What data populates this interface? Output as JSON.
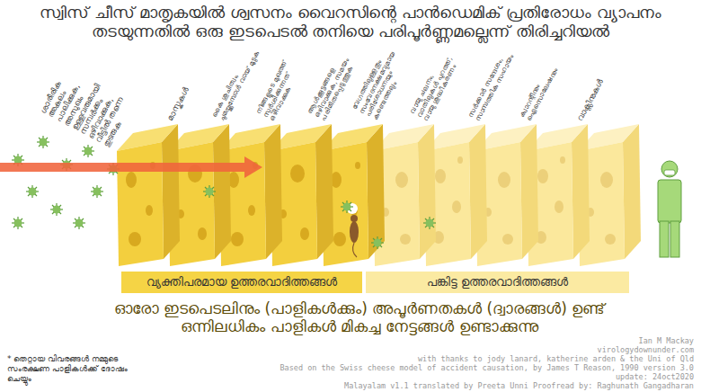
{
  "diagram": {
    "title": "സ്വിസ് ചീസ് മാതൃകയിൽ ശ്വസനം വൈറസിന്റെ പാൻഡെമിക് പ്രതിരോധം വ്യാപനം തടയുന്നതിൽ ഒരു ഇടപെടൽ തനിയെ പരിപൂർണ്ണമല്ലെന്ന് തിരിച്ചറിയൽ",
    "caption": "ഓരോ ഇടപെടലിനും (പാളികൾക്കും) അപൂർണതകൾ (ദ്വാരങ്ങൾ) ഉണ്ട് ഒന്നിലധികം പാളികൾ മികച്ച നേട്ടങ്ങൾ ഉണ്ടാക്കുന്നു",
    "nodes": [
      {
        "text": [
          "വ്യക്തിപരമായ ഉത്തരവാദിത്തങ്ങൾ"
        ]
      },
      {
        "text": [
          "പങ്കിട്ട ഉത്തരവാദിത്തങ്ങൾ"
        ]
      }
    ],
    "labels": [
      "ശാരീരിക അകലം പാലിക്കുക, അസുഖം ഉള്ളവരുമായി സമ്പർക്കം ഒഴിവാക്കുക, വീട്ടിൽ തന്നെ തുടരുക",
      "മാസ്കുകൾ",
      "കൈ ശുചിത്വം, ചുമയ്ക്കുമ്പോൾ വായ് മൂടുക",
      "നിങ്ങളുടെ മുഖത്ത് സ്പർശിക്കുന്നത് ഒഴിവാക്കുക",
      "ആൾക്കൂട്ടങ്ങളെ ഒഴിവാക്കുക, സമയം പരിമിതപ്പെടുത്തുക",
      "വേഗത്തിലുള്ളതും സംവേദനക്ഷമവുമായ പരിശോധനയും കണ്ടെത്തലും",
      "വായു ചലനം, വാതിലുകൾ പുറത്ത്, വായു ശുദ്ധീകരണം",
      "സർക്കാർ സന്ദേശം, സാമ്പത്തിക സഹായം",
      "ക്വാറന്റീനും ഐസൊലേഷനും",
      "വാക്സിനുകൾ",
      "* തെറ്റായ വിവരങ്ങൾ നമ്മുടെ സംരക്ഷണ പാളികൾക്ക് ദോഷം ചെയ്യും",
      "Ian M Mackay",
      "virologydownunder.com",
      "with thanks to jody lanard, katherine arden & the Uni of Qld",
      "Based on the Swiss cheese model of accident causation, by James T Reason, 1990 version 3.0",
      "update: 24oct2020",
      "Malayalam v1.1  translated by Preeta Unni Proofread by: Raghunath Gangadharan"
    ]
  }
}
